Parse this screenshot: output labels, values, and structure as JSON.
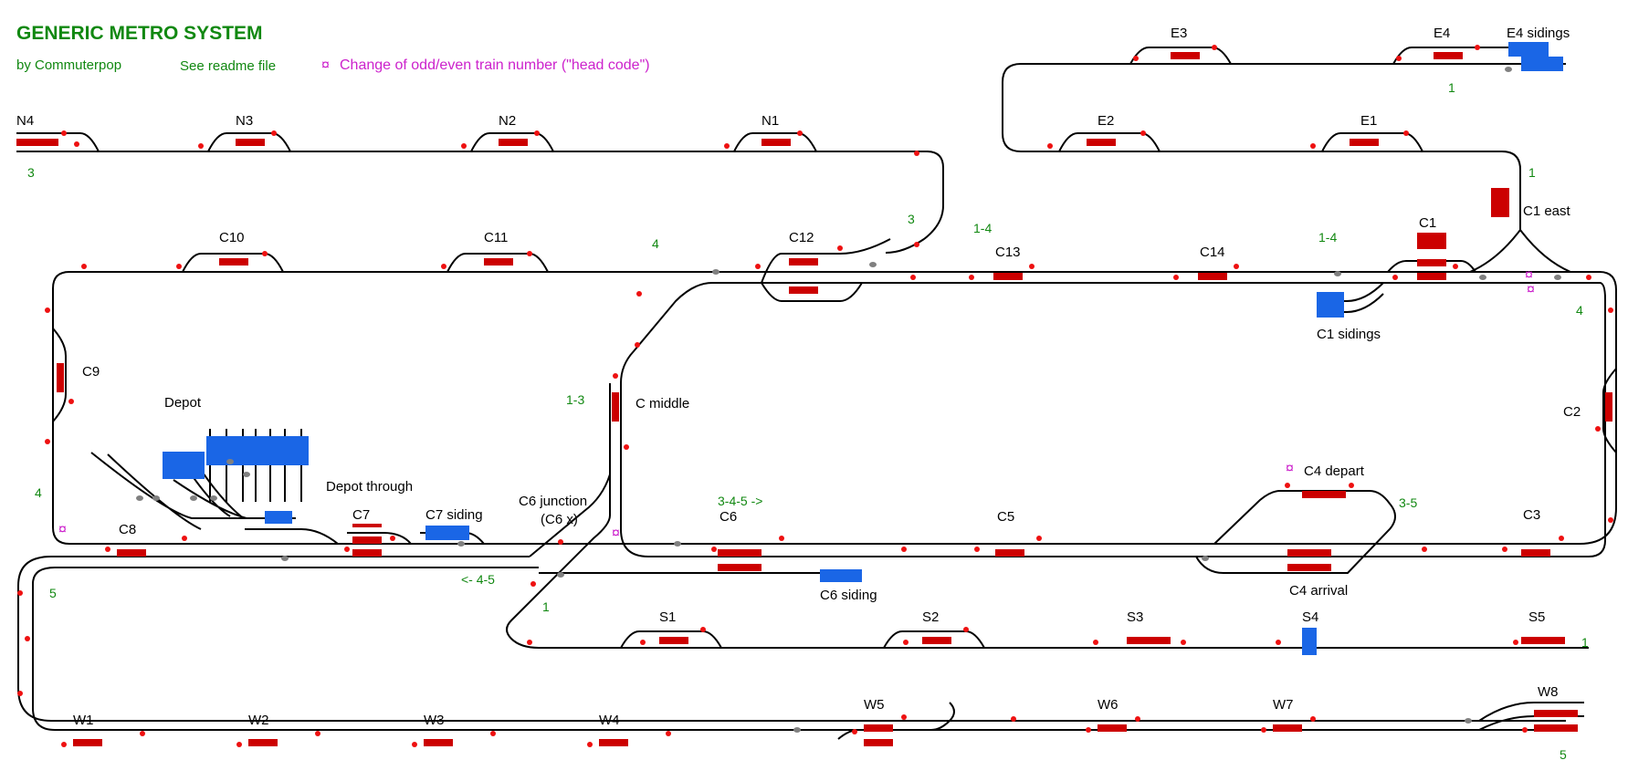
{
  "header": {
    "title": "GENERIC METRO SYSTEM",
    "author": "by Commuterpop",
    "readme": "See readme file",
    "legend_symbol": "¤",
    "legend_text": "Change of odd/even train number (\"head code\")"
  },
  "colors": {
    "track": "#000000",
    "platform": "#cc0000",
    "siding": "#1a66e6",
    "signal": "#ee1111",
    "point": "#808080",
    "label": "#000000",
    "line_number": "#118811",
    "headcode": "#cc22cc"
  },
  "station_labels": [
    "N4",
    "N3",
    "N2",
    "N1",
    "E3",
    "E4",
    "E4 sidings",
    "E2",
    "E1",
    "C1 east",
    "C10",
    "C11",
    "C12",
    "C13",
    "C14",
    "C1",
    "C1 sidings",
    "C9",
    "Depot",
    "C middle",
    "C2",
    "Depot through",
    "C7",
    "C7 siding",
    "C6 junction",
    "(C6 x)",
    "C6",
    "C5",
    "C4 depart",
    "C3",
    "C8",
    "C6 siding",
    "C4 arrival",
    "S1",
    "S2",
    "S3",
    "S4",
    "S5",
    "W1",
    "W2",
    "W3",
    "W4",
    "W5",
    "W6",
    "W7",
    "W8"
  ],
  "line_numbers": [
    "3",
    "1",
    "1",
    "3",
    "1-4",
    "4",
    "1-4",
    "4",
    "1-3",
    "4",
    "3-4-5 ->",
    "3-5",
    "5",
    "<- 4-5",
    "1",
    "1",
    "5"
  ]
}
